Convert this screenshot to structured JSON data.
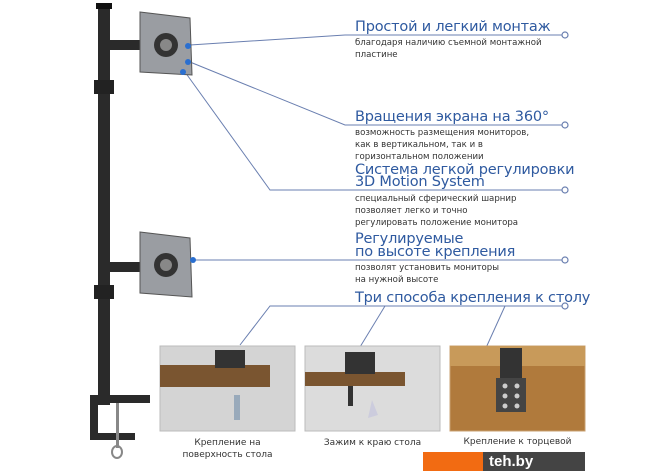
{
  "features": [
    {
      "title": "Простой и легкий монтаж",
      "desc": "благодаря наличию съемной монтажной пластине"
    },
    {
      "title": "Вращения экрана на 360°",
      "desc": "возможность размещения мониторов, как в вертикальном, так и в горизонтальном положении"
    },
    {
      "title": "Система легкой регулировки",
      "title2": "3D Motion System",
      "desc": "специальный сферический шарнир позволяет легко и точно регулировать положение монитора"
    },
    {
      "title": "Регулируемые",
      "title2": "по высоте крепления",
      "desc": "позволят установить мониторы на нужной высоте"
    },
    {
      "title": "Три способа крепления к столу"
    }
  ],
  "mount_options": [
    {
      "caption": "Крепление на поверхность стола"
    },
    {
      "caption": "Зажим к краю стола"
    },
    {
      "caption": "Крепление к торцевой"
    }
  ],
  "watermark": {
    "text": "teh.by",
    "logo": "1"
  },
  "colors": {
    "accent": "#2f5aa0",
    "line": "#6a7fb0",
    "watermark_orange": "#f26b12"
  }
}
